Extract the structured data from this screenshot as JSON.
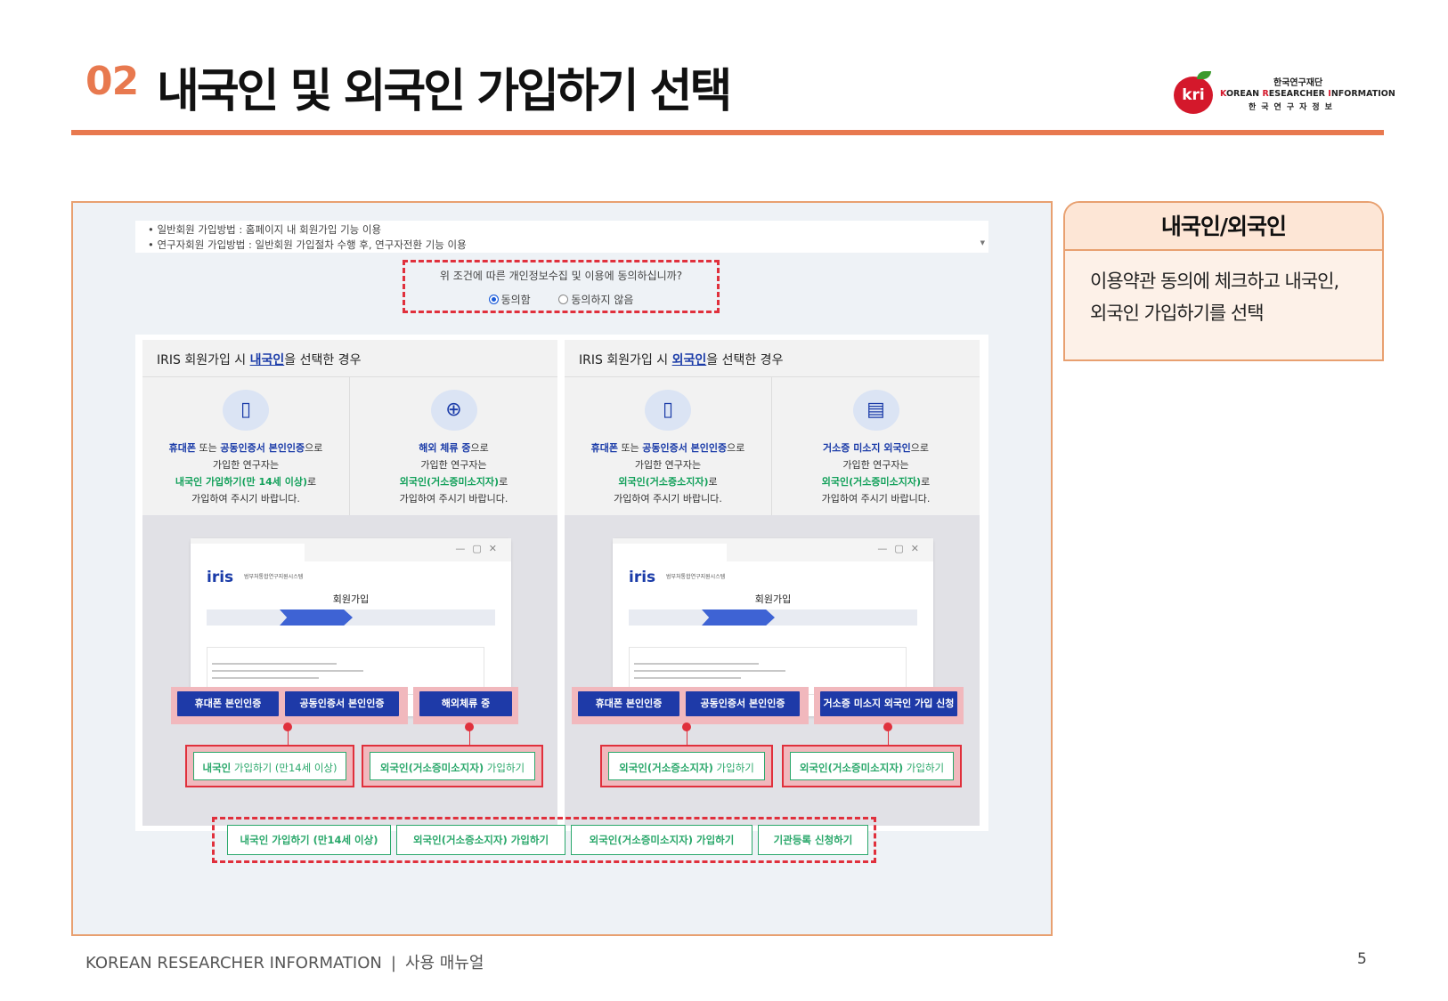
{
  "header": {
    "number": "02",
    "title": "내국인 및 외국인 가입하기 선택"
  },
  "logo": {
    "mark": "kri",
    "name_kr": "한국연구재단",
    "name_en_parts": [
      "K",
      "OREAN ",
      "R",
      "ESEARCHER ",
      "I",
      "NFORMATION"
    ],
    "name_kr2": "한국연구자정보"
  },
  "notice": {
    "line1": "• 일반회원 가입방법 : 홈페이지 내 회원가입 기능 이용",
    "line2": "• 연구자회원 가입방법 : 일반회원 가입절차 수행 후, 연구자전환 기능 이용"
  },
  "consent": {
    "question": "위 조건에 따른 개인정보수집 및 이용에 동의하십니까?",
    "agree": "동의함",
    "disagree": "동의하지 않음"
  },
  "domestic": {
    "head_pre": "IRIS 회원가입 시 ",
    "head_em": "내국인",
    "head_post": "을 선택한 경우",
    "col1": {
      "l1a": "휴대폰",
      "l1b": " 또는 ",
      "l1c": "공동인증서 본인인증",
      "l1d": "으로",
      "l2": "가입한 연구자는",
      "l3a": "내국인 가입하기(만 14세 이상)",
      "l3b": "로",
      "l4": "가입하여 주시기 바랍니다."
    },
    "col2": {
      "l1a": "해외 체류 중",
      "l1b": "으로",
      "l2": "가입한 연구자는",
      "l3a": "외국인(거소증미소지자)",
      "l3b": "로",
      "l4": "가입하여 주시기 바랍니다."
    },
    "btn_phone": "휴대폰 본인인증",
    "btn_cert": "공동인증서 본인인증",
    "btn_abroad": "해외체류 중",
    "out1_a": "내국인",
    "out1_b": " 가입하기 (만14세 이상)",
    "out2_a": "외국인(거소증미소지자)",
    "out2_b": " 가입하기"
  },
  "foreign": {
    "head_pre": "IRIS 회원가입 시 ",
    "head_em": "외국인",
    "head_post": "을 선택한 경우",
    "col1": {
      "l1a": "휴대폰",
      "l1b": " 또는 ",
      "l1c": "공동인증서 본인인증",
      "l1d": "으로",
      "l2": "가입한 연구자는",
      "l3a": "외국인(거소증소지자)",
      "l3b": "로",
      "l4": "가입하여 주시기 바랍니다."
    },
    "col2": {
      "l1a": "거소증 미소지 외국인",
      "l1b": "으로",
      "l2": "가입한 연구자는",
      "l3a": "외국인(거소증미소지자)",
      "l3b": "로",
      "l4": "가입하여 주시기 바랍니다."
    },
    "btn_phone": "휴대폰 본인인증",
    "btn_cert": "공동인증서 본인인증",
    "btn_noid": "거소증 미소지 외국인 가입 신청",
    "out1_a": "외국인(거소증소지자)",
    "out1_b": " 가입하기",
    "out2_a": "외국인(거소증미소지자)",
    "out2_b": " 가입하기"
  },
  "window": {
    "brand": "iris",
    "brand_sub": "범부처통합연구지원시스템",
    "title": "회원가입"
  },
  "bottom_buttons": {
    "b1": "내국인 가입하기 (만14세 이상)",
    "b2": "외국인(거소증소지자) 가입하기",
    "b3": "외국인(거소증미소지자) 가입하기",
    "b4": "기관등록 신청하기"
  },
  "side": {
    "title": "내국인/외국인",
    "line1": "이용약관 동의에 체크하고 내국인,",
    "line2": "외국인 가입하기를 선택"
  },
  "footer": {
    "left": "KOREAN RESEARCHER INFORMATION",
    "sep": "|",
    "manual": "사용 매뉴얼",
    "page": "5"
  },
  "colors": {
    "accent": "#e8794f",
    "highlight_red": "#e0303c",
    "button_blue": "#1e3aa8",
    "join_green": "#2aa86b"
  }
}
